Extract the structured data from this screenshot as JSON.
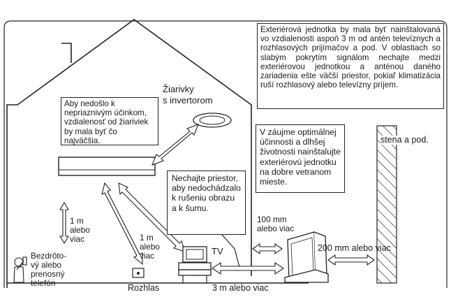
{
  "notes": {
    "exterior_unit": "Exteriérová jednotka by mala byť nainštalovaná vo vzdialenosti aspoň 3 m od antén televíznych a rozhlasových prijímačov a pod. V oblastiach so slabým pokrytím signálom nechajte medzi exteriérovou jednotkou a anténou daného zariadenia ešte väčší priestor, pokiaľ klimatizácia ruší rozhlasový alebo televízny príjem.",
    "lamp_distance": "Aby nedošlo k nepriaznivým účinkom, vzdialenosť od žiariviek by mala byť čo najväčšia.",
    "ventilation": "V záujme optimálnej účinnosti a dlhšej životnosti nainštalujte exteriérovú jednotku na dobre vetranom mieste.",
    "interference": "Nechajte priestor, aby nedochádzalo k rušeniu obrazu a k šumu."
  },
  "labels": {
    "lamps_title_1": "Žiarivky",
    "lamps_title_2": "s invertorom",
    "wall": "stena a pod.",
    "dist_1m_left": [
      "1 m",
      "alebo",
      "viac"
    ],
    "dist_1m_mid": [
      "1 m",
      "alebo",
      "viac"
    ],
    "dist_100mm": [
      "100 mm",
      "alebo viac"
    ],
    "dist_200mm": "200 mm alebo viac",
    "dist_3m": "3 m alebo viac",
    "tv": "TV",
    "radio": "Rozhlas",
    "phone": [
      "Bezdrôto-",
      "vý alebo",
      "prenosný",
      "telefón"
    ]
  },
  "colors": {
    "line": "#222222",
    "background": "#ffffff"
  }
}
